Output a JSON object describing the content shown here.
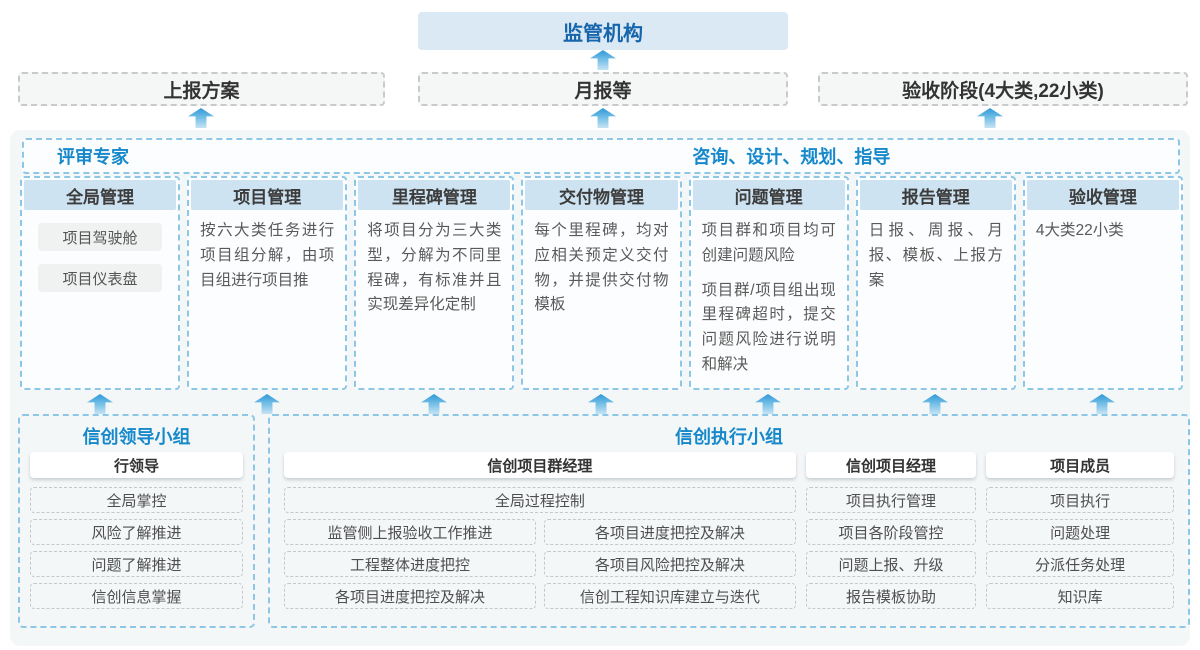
{
  "colors": {
    "regulator_bg": "#dbe9f5",
    "deep_blue_text": "#1766ab",
    "accent_blue_text": "#1789cb",
    "column_header_fill": "#cde3f1",
    "dashed_blue_border": "#8ec7e5",
    "arrow_blue": "#2e99d8",
    "panel_bg": "#f4f7f8"
  },
  "icons": {
    "up_arrow": "up-arrow"
  },
  "top": {
    "regulator": "监管机构"
  },
  "report_row": {
    "plan": "上报方案",
    "monthly": "月报等",
    "acceptance": "验收阶段(4大类,22小类)"
  },
  "platform": {
    "experts_label": "评审专家",
    "services_label": "咨询、设计、规划、指导",
    "columns": [
      {
        "title": "全局管理",
        "items": [
          "项目驾驶舱",
          "项目仪表盘"
        ]
      },
      {
        "title": "项目管理",
        "body": [
          "按六大类任务进行项目组分解，由项目组进行项目推"
        ]
      },
      {
        "title": "里程碑管理",
        "body": [
          "将项目分为三大类型，分解为不同里程碑，有标准并且实现差异化定制"
        ]
      },
      {
        "title": "交付物管理",
        "body": [
          "每个里程碑，均对应相关预定义交付物，并提供交付物模板"
        ]
      },
      {
        "title": "问题管理",
        "body": [
          "项目群和项目均可创建问题风险",
          "项目群/项目组出现里程碑超时，提交问题风险进行说明和解决"
        ]
      },
      {
        "title": "报告管理",
        "body": [
          "日报、周报、月报、模板、上报方案"
        ]
      },
      {
        "title": "验收管理",
        "body": [
          "4大类22小类"
        ]
      }
    ]
  },
  "groups": {
    "leadership": {
      "title": "信创领导小组",
      "role": "行领导",
      "items": [
        "全局掌控",
        "风险了解推进",
        "问题了解推进",
        "信创信息掌握"
      ]
    },
    "execution": {
      "title": "信创执行小组",
      "program_manager": {
        "role": "信创项目群经理",
        "full_item": "全局过程控制",
        "left_items": [
          "监管侧上报验收工作推进",
          "工程整体进度把控",
          "各项目进度把控及解决"
        ],
        "right_items": [
          "各项目进度把控及解决",
          "各项目风险把控及解决",
          "信创工程知识库建立与迭代"
        ]
      },
      "project_manager": {
        "role": "信创项目经理",
        "items": [
          "项目执行管理",
          "项目各阶段管控",
          "问题上报、升级",
          "报告模板协助"
        ]
      },
      "member": {
        "role": "项目成员",
        "items": [
          "项目执行",
          "问题处理",
          "分派任务处理",
          "知识库"
        ]
      }
    }
  }
}
